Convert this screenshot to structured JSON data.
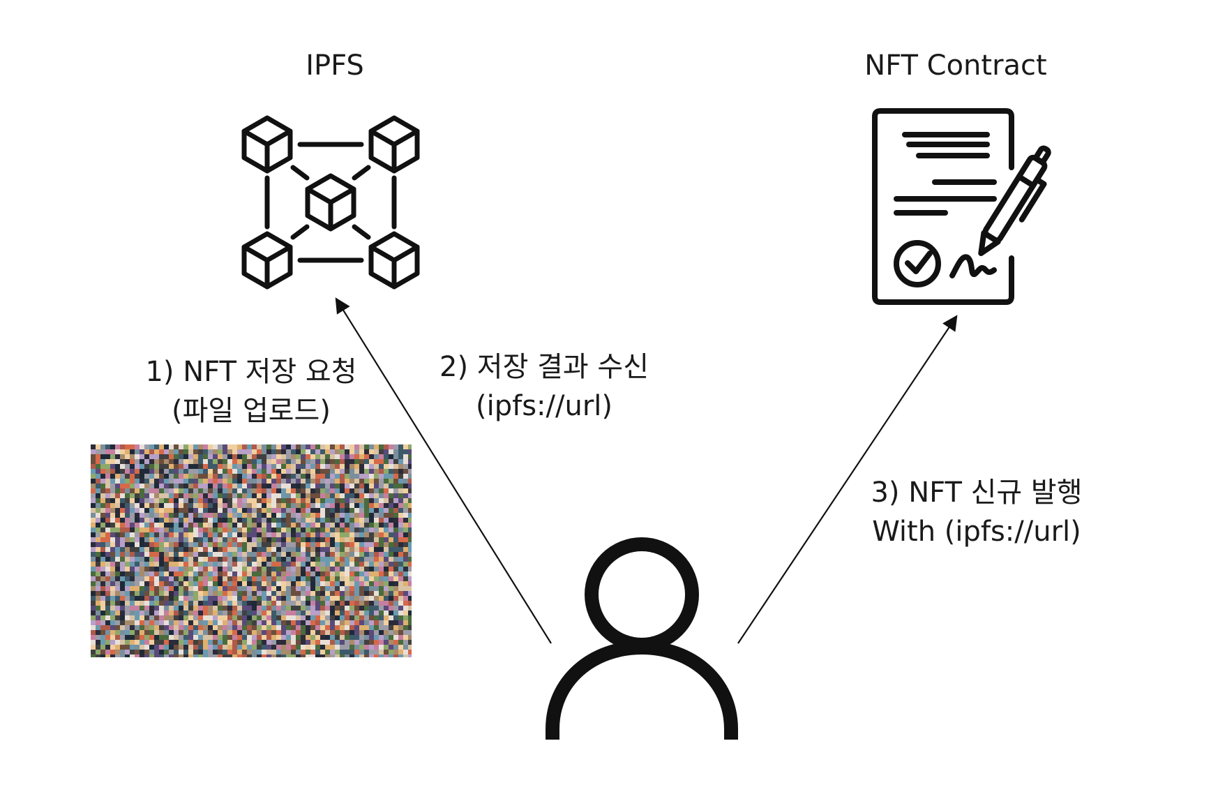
{
  "ipfs": {
    "title": "IPFS",
    "icon": "blockchain-network-icon"
  },
  "contract": {
    "title": "NFT Contract",
    "icon": "signed-contract-icon"
  },
  "user": {
    "icon": "user-icon"
  },
  "steps": [
    {
      "line1": "1) NFT 저장 요청",
      "line2": "(파일 업로드)"
    },
    {
      "line1": "2) 저장 결과 수신",
      "line2": "(ipfs://url)"
    },
    {
      "line1": "3) NFT 신규 발행",
      "line2": "With (ipfs://url)"
    }
  ],
  "artwork": {
    "icon": "nft-collage-image"
  },
  "colors": {
    "stroke": "#111111",
    "text": "#1a1a1a"
  }
}
